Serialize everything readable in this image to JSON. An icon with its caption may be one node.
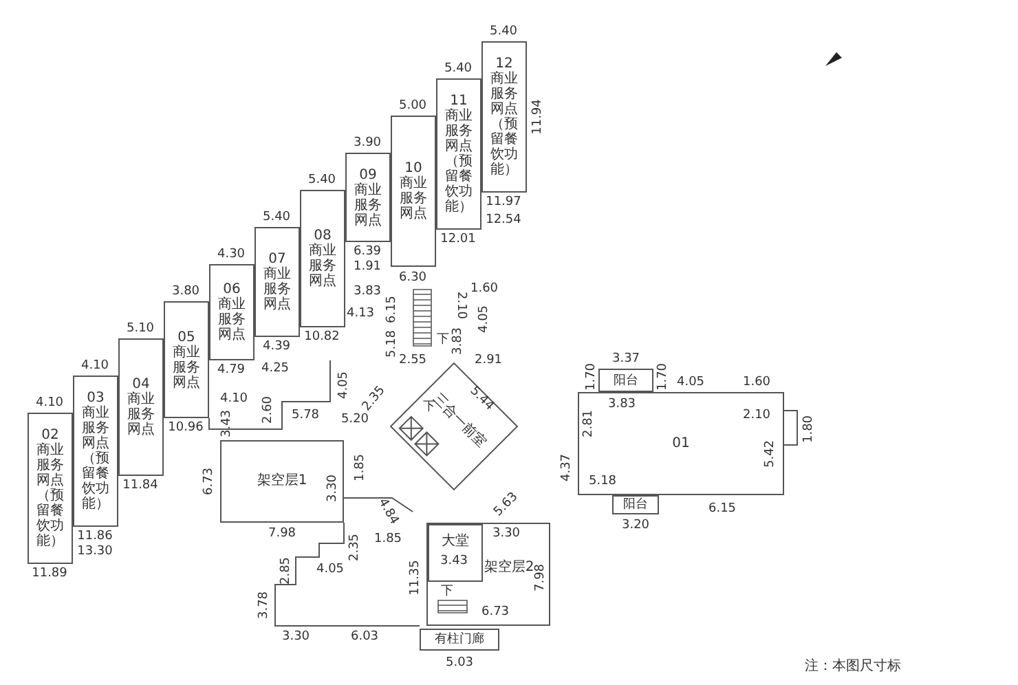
{
  "diagram": {
    "nodes": [
      {
        "text": [
          "12商业服务网点（预留餐饮功能）"
        ]
      },
      {
        "text": [
          "11商业服务网点（预留餐饮功能）"
        ]
      },
      {
        "text": [
          "10商业服务网点"
        ]
      },
      {
        "text": [
          "09商业服务网点"
        ]
      },
      {
        "text": [
          "08商业服务网点"
        ]
      },
      {
        "text": [
          "07商业服务网点"
        ]
      },
      {
        "text": [
          "06商业服务网点"
        ]
      },
      {
        "text": [
          "05商业服务网点"
        ]
      },
      {
        "text": [
          "04商业服务网点"
        ]
      },
      {
        "text": [
          "03商业服务网点（预留餐饮功能）"
        ]
      },
      {
        "text": [
          "02商业服务网点（预留餐饮功能）"
        ]
      },
      {
        "text": [
          "三合一前室"
        ]
      },
      {
        "text": [
          "阳台"
        ]
      },
      {
        "text": [
          "01"
        ]
      },
      {
        "text": [
          "阳台"
        ]
      },
      {
        "text": [
          "架空层1"
        ]
      },
      {
        "text": [
          "架空层2"
        ]
      },
      {
        "text": [
          "大堂"
        ],
        "in": 16
      },
      {
        "text": [
          "有柱门廊"
        ]
      }
    ],
    "labels": [
      "5.40",
      "11.94",
      "5.40",
      "11.97",
      "5.00",
      "12.01",
      "3.90",
      "6.39",
      "12.54",
      "5.40",
      "1.91",
      "3.83",
      "6.30",
      "2.10",
      "1.60",
      "5.40",
      "6.15",
      "4.05",
      "10.82",
      "4.30",
      "4.39",
      "4.25",
      "下",
      "3.80",
      "4.13",
      "5.18",
      "3.83",
      "4.79",
      "4.10",
      "2.60",
      "4.05",
      "5.10",
      "10.96",
      "5.78",
      "5.20",
      "2.55",
      "2.91",
      "4.10",
      "11.84",
      "3.43",
      "1.85",
      "2.35",
      "5.44",
      "下",
      "1.70",
      "3.37",
      "1.70",
      "3.83",
      "4.05",
      "2.81",
      "1.60",
      "4.10",
      "11.86",
      "6.73",
      "13.30",
      "11.89",
      "4.84",
      "3.30",
      "2.10",
      "1.80",
      "4.37",
      "5.42",
      "5.18",
      "3.20",
      "6.15",
      "5.63",
      "7.98",
      "2.35",
      "1.85",
      "3.30",
      "4.05",
      "3.43",
      "2.85",
      "11.35",
      "7.98",
      "下",
      "3.78",
      "3.30",
      "6.03",
      "6.73",
      "5.03",
      "注：本图尺寸标"
    ]
  }
}
